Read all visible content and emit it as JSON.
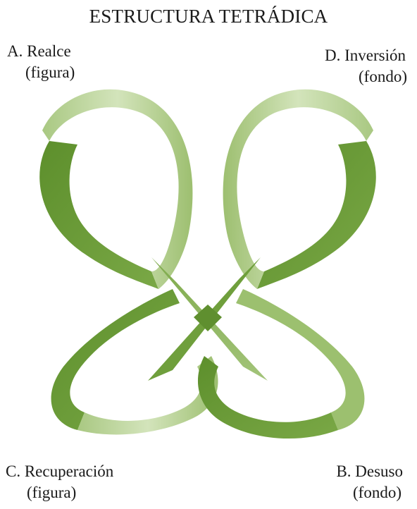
{
  "title": "ESTRUCTURA TETRÁDICA",
  "quadrants": {
    "top_left": {
      "label": "A. Realce",
      "sub": "(figura)"
    },
    "top_right": {
      "label": "D. Inversión",
      "sub": "(fondo)"
    },
    "bottom_left": {
      "label": "C. Recuperación",
      "sub": "(figura)"
    },
    "bottom_right": {
      "label": "B. Desuso",
      "sub": "(fondo)"
    }
  },
  "colors": {
    "ribbon_dark": "#6a9a35",
    "ribbon_mid": "#8db55c",
    "ribbon_light": "#c8dbaa",
    "ribbon_edge": "#4f7a24",
    "text": "#1a1a1a"
  }
}
